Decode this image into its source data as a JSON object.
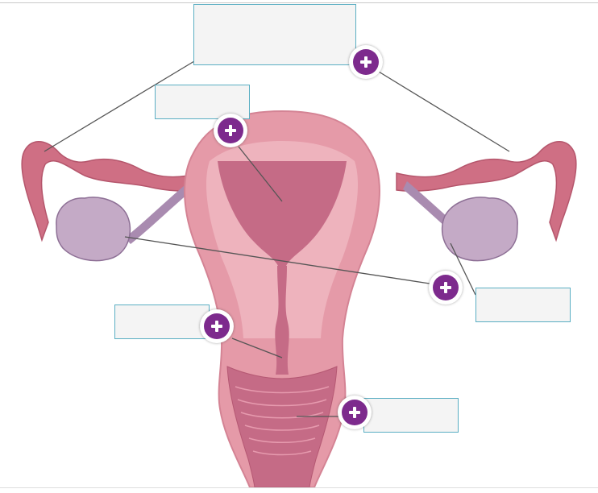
{
  "diagram": {
    "subject": "female-reproductive-system",
    "colors": {
      "tissue_outer": "#e59aa8",
      "tissue_inner": "#eeb3bd",
      "cavity": "#c56b86",
      "tube": "#cf6f84",
      "ovary": "#c4aac6",
      "leader_line": "#555555",
      "hotspot": "#7d2a8d",
      "label_border": "#5aaec3",
      "label_fill": "#f4f4f4"
    },
    "icons": {
      "hotspot": "plus-circle-icon"
    }
  },
  "labels": [
    {
      "id": "fallopian-tubes",
      "text": ""
    },
    {
      "id": "uterus",
      "text": ""
    },
    {
      "id": "ovaries",
      "text": ""
    },
    {
      "id": "cervix",
      "text": ""
    },
    {
      "id": "vagina",
      "text": ""
    }
  ]
}
